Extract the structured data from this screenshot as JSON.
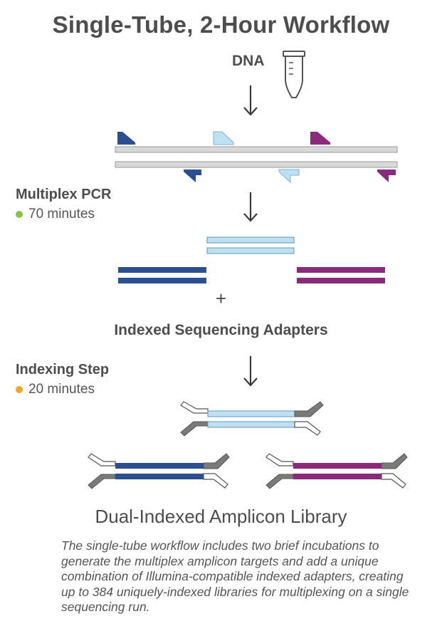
{
  "title": "Single-Tube, 2-Hour Workflow",
  "dna_label": "DNA",
  "steps": [
    {
      "label": "Multiplex PCR",
      "time": "70 minutes",
      "dot_color": "#8bc34a"
    },
    {
      "label": "Indexing Step",
      "time": "20 minutes",
      "dot_color": "#f5a623"
    }
  ],
  "plus_sign": "+",
  "adapters_label": "Indexed Sequencing Adapters",
  "library_label": "Dual-Indexed Amplicon Library",
  "caption": "The single-tube workflow includes two brief incubations to generate the multiplex amplicon targets and add a unique combination of Illumina-compatible indexed adapters, creating up to 384 uniquely-indexed libraries for multiplexing on a single sequencing run.",
  "colors": {
    "dark_blue": "#2b4f8f",
    "light_blue": "#bfe0f3",
    "purple": "#8a2a7a",
    "gray_adapter": "#7a7a7a",
    "strand_gray": "#d8d8d8",
    "arrow": "#3a3a3a"
  },
  "icons": [
    "tube-icon",
    "arrow-down-icon"
  ]
}
